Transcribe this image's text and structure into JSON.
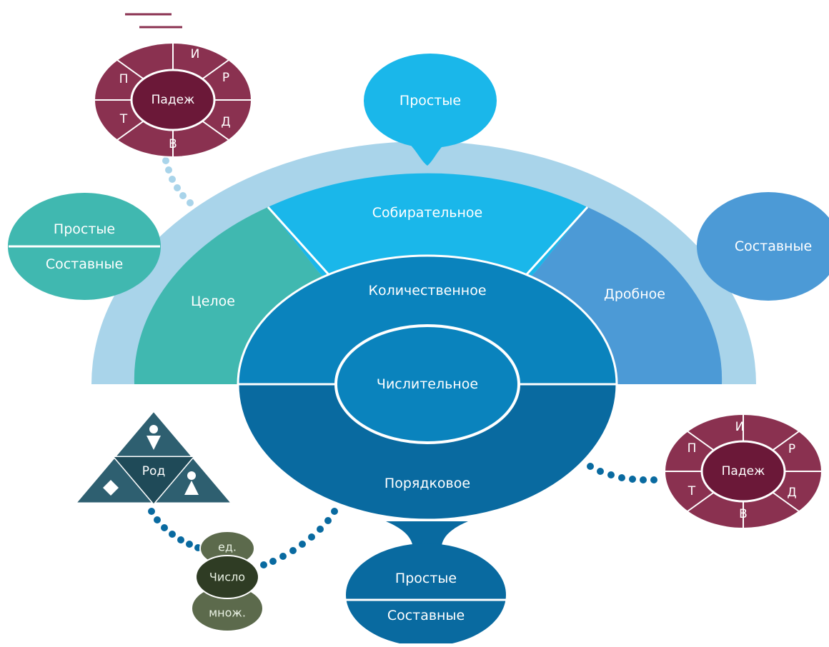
{
  "center": {
    "label": "Числительное"
  },
  "by_meaning": {
    "quantitative": "Количественное",
    "whole": "Целое",
    "collective": "Собирательное",
    "fractional": "Дробное",
    "ordinal": "Порядковое"
  },
  "structure": {
    "top": {
      "label": "Простые"
    },
    "left": {
      "simple": "Простые",
      "compound": "Составные"
    },
    "right": {
      "compound": "Составные"
    },
    "bottom": {
      "simple": "Простые",
      "compound": "Составные"
    }
  },
  "case_top_left": {
    "center": "Падеж",
    "letters": {
      "I": "И",
      "R": "Р",
      "D": "Д",
      "V": "В",
      "T": "Т",
      "P": "П"
    }
  },
  "case_right": {
    "center": "Падеж",
    "letters": {
      "I": "И",
      "R": "Р",
      "D": "Д",
      "V": "В",
      "T": "Т",
      "P": "П"
    }
  },
  "gender": {
    "label": "Род"
  },
  "number": {
    "singular": "ед.",
    "label": "Число",
    "plural": "множ."
  },
  "colors": {
    "outer_arc": "#a9d4ea",
    "teal": "#40b8b0",
    "sky": "#1ab7ea",
    "steel": "#4c9ad6",
    "mid_blue": "#0a83bd",
    "dark_blue": "#096aa0",
    "case_maroon": "#8a3150",
    "case_dark": "#6b1838",
    "gender_dark": "#2e5f70",
    "number_dark": "#5c6a4c"
  }
}
